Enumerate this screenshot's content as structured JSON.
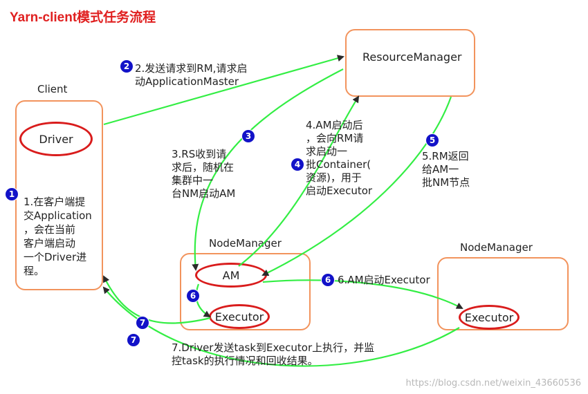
{
  "title": "Yarn-client模式任务流程",
  "client": {
    "label": "Client",
    "driver": "Driver",
    "step1": [
      "1.在客户端提",
      "交Application",
      "，会在当前",
      "客户端启动",
      "一个Driver进",
      "程。"
    ]
  },
  "resource_manager": {
    "label": "ResourceManager"
  },
  "node_manager_1": {
    "label": "NodeManager",
    "am": "AM",
    "executor": "Executor"
  },
  "node_manager_2": {
    "label": "NodeManager",
    "executor": "Executor"
  },
  "steps": {
    "s2": [
      "2.发送请求到RM,请求启",
      "动ApplicationMaster"
    ],
    "s3": [
      "3.RS收到请",
      "求后，随机在",
      "集群中一",
      "台NM启动AM"
    ],
    "s4": [
      "4.AM启动后",
      "，会向RM请",
      "求启动一",
      "批Container(",
      "资源)，用于",
      "启动Executor"
    ],
    "s5": [
      "5.RM返回",
      "给AM一",
      "批NM节点"
    ],
    "s6": "6.AM启动Executor",
    "s7": [
      "7.Driver发送task到Executor上执行，并监",
      "控task的执行情况和回收结果。"
    ]
  },
  "badges": [
    "1",
    "2",
    "3",
    "4",
    "5",
    "6",
    "6",
    "7",
    "7"
  ],
  "watermark": "https://blog.csdn.net/weixin_43660536",
  "colors": {
    "title": "#e02020",
    "box_border": "#f2935c",
    "oval_border": "#d91c1c",
    "arrow": "#33ee44",
    "badge": "#1212c8"
  }
}
